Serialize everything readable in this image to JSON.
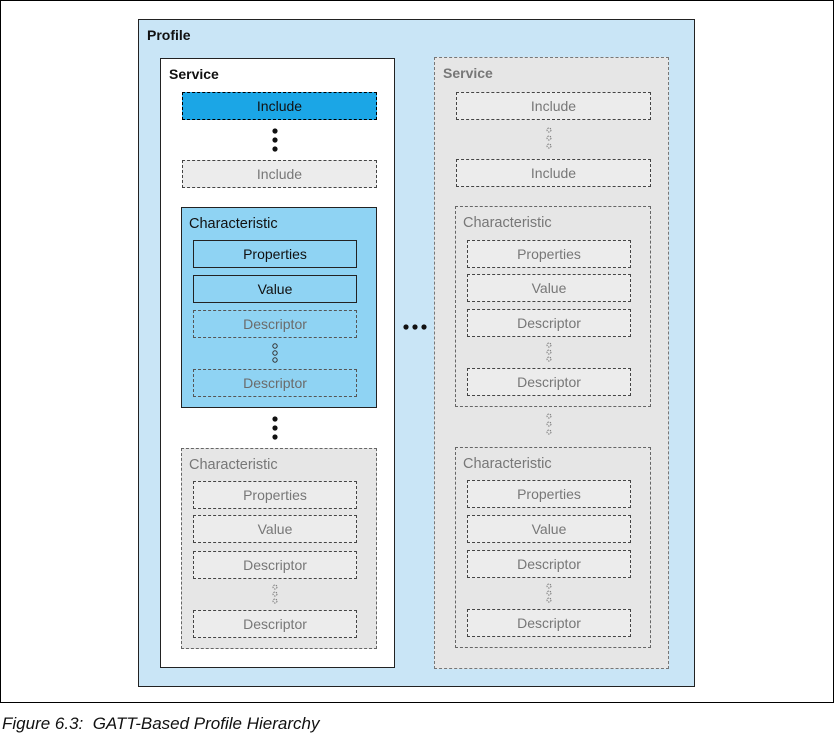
{
  "profile_label": "Profile",
  "service_left": {
    "label": "Service",
    "include_top": "Include",
    "include_bottom": "Include",
    "char1": {
      "title": "Characteristic",
      "properties": "Properties",
      "value": "Value",
      "descriptor_top": "Descriptor",
      "descriptor_bottom": "Descriptor"
    },
    "char2": {
      "title": "Characteristic",
      "properties": "Properties",
      "value": "Value",
      "descriptor_top": "Descriptor",
      "descriptor_bottom": "Descriptor"
    }
  },
  "service_right": {
    "label": "Service",
    "include_top": "Include",
    "include_bottom": "Include",
    "char1": {
      "title": "Characteristic",
      "properties": "Properties",
      "value": "Value",
      "descriptor_top": "Descriptor",
      "descriptor_bottom": "Descriptor"
    },
    "char2": {
      "title": "Characteristic",
      "properties": "Properties",
      "value": "Value",
      "descriptor_top": "Descriptor",
      "descriptor_bottom": "Descriptor"
    }
  },
  "caption": "Figure 6.3:  GATT-Based Profile Hierarchy"
}
